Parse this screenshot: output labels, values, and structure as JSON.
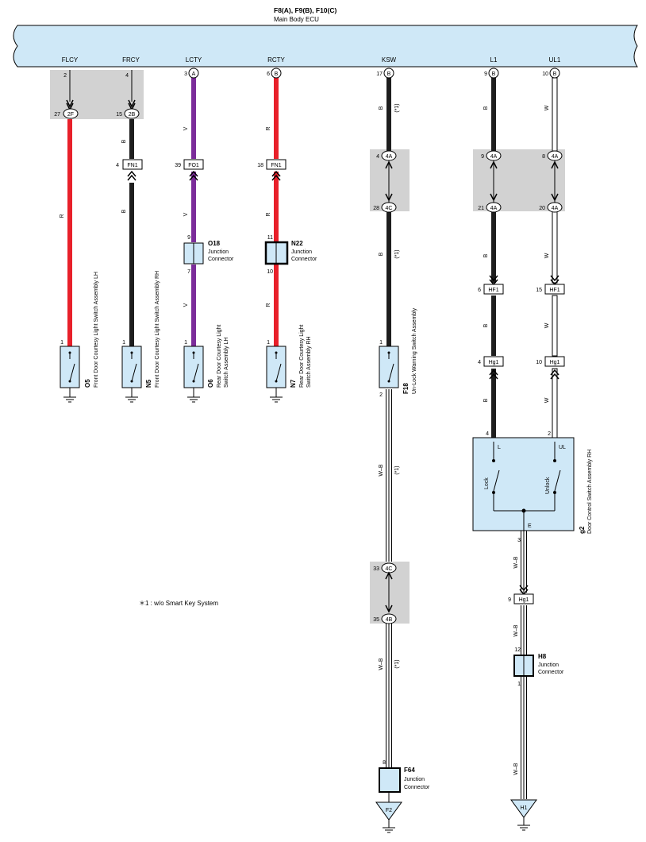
{
  "ecu": {
    "title": "F8(A), F9(B), F10(C)",
    "subtitle": "Main Body ECU",
    "fill": "#cfe8f7",
    "pins": [
      {
        "id": "flcy",
        "name": "FLCY",
        "pin": "2",
        "conn": ""
      },
      {
        "id": "frcy",
        "name": "FRCY",
        "pin": "4",
        "conn": ""
      },
      {
        "id": "lcty",
        "name": "LCTY",
        "pin": "3",
        "conn": "A"
      },
      {
        "id": "rcty",
        "name": "RCTY",
        "pin": "6",
        "conn": "B"
      },
      {
        "id": "ksw",
        "name": "KSW",
        "pin": "17",
        "conn": "B"
      },
      {
        "id": "l1",
        "name": "L1",
        "pin": "9",
        "conn": "B"
      },
      {
        "id": "ul1",
        "name": "UL1",
        "pin": "10",
        "conn": "B"
      }
    ]
  },
  "colors": {
    "red": "#e8202a",
    "black": "#1e1e1e",
    "violet": "#7b2c9a",
    "white": "#ffffff",
    "component_fill": "#cfe8f7",
    "gray_box": "#d2d2d2"
  },
  "wire_labels": {
    "r": "R",
    "b": "B",
    "v": "V",
    "w": "W",
    "wb": "W–B",
    "note": "(*1)"
  },
  "connectors": {
    "c27": {
      "pin": "27",
      "code": "2F"
    },
    "c15": {
      "pin": "15",
      "code": "2B"
    },
    "fn1a": {
      "pin": "4",
      "code": "FN1"
    },
    "fo1": {
      "pin": "39",
      "code": "FO1"
    },
    "fn1b": {
      "pin": "18",
      "code": "FN1"
    },
    "k4a": {
      "pin": "4",
      "code": "4A"
    },
    "k4c": {
      "pin": "28",
      "code": "4C"
    },
    "l4a": {
      "pin": "9",
      "code": "4A"
    },
    "u4a": {
      "pin": "8",
      "code": "4A"
    },
    "l4a2": {
      "pin": "21",
      "code": "4A"
    },
    "u4a2": {
      "pin": "20",
      "code": "4A"
    },
    "lhf1": {
      "pin": "6",
      "code": "HF1"
    },
    "uhf1": {
      "pin": "15",
      "code": "HF1"
    },
    "lhg1": {
      "pin": "4",
      "code": "Hg1"
    },
    "uhg1": {
      "pin": "10",
      "code": "Hg1"
    },
    "k33": {
      "pin": "33",
      "code": "4C"
    },
    "k35": {
      "pin": "35",
      "code": "4B"
    },
    "ghg1": {
      "pin": "9",
      "code": "Hg1"
    }
  },
  "junctions": {
    "o18": {
      "id": "O18",
      "name1": "Junction",
      "name2": "Connector",
      "pin_top": "9",
      "pin_bot": "7"
    },
    "n22": {
      "id": "N22",
      "name1": "Junction",
      "name2": "Connector",
      "pin_top": "11",
      "pin_bot": "10"
    },
    "h8": {
      "id": "H8",
      "name1": "Junction",
      "name2": "Connector",
      "pin_top": "12",
      "pin_bot": "1"
    },
    "f64": {
      "id": "F64",
      "name1": "Junction",
      "name2": "Connector",
      "pin_top": "8",
      "pin_bot": ""
    }
  },
  "switches": {
    "o5": {
      "id": "O5",
      "pin": "1",
      "line1": "Front Door Courtesy Light Switch Assembly LH",
      "line2": ""
    },
    "n5": {
      "id": "N5",
      "pin": "1",
      "line1": "Front Door Courtesy Light Switch Assembly RH",
      "line2": ""
    },
    "o6": {
      "id": "O6",
      "pin": "1",
      "line1": "Rear Door Courtesy Light",
      "line2": "Switch Assembly LH"
    },
    "n7": {
      "id": "N7",
      "pin": "1",
      "line1": "Rear Door Courtesy Light",
      "line2": "Switch Assembly RH"
    },
    "f18": {
      "id": "F18",
      "pin": "1",
      "pin_bot": "2",
      "line1": "Un-Lock Warning Switch Assembly",
      "line2": ""
    }
  },
  "door_switch": {
    "id": "g2",
    "name": "Door Control Switch Assembly RH",
    "pin_l": "4",
    "pin_ul": "2",
    "pin_e": "3",
    "term_l": "L",
    "term_ul": "UL",
    "term_e": "E",
    "lock": "Lock",
    "unlock": "Unlock"
  },
  "grounds": {
    "f2": "F2",
    "h1": "H1"
  },
  "footnote": "＊1 : w/o Smart Key System"
}
